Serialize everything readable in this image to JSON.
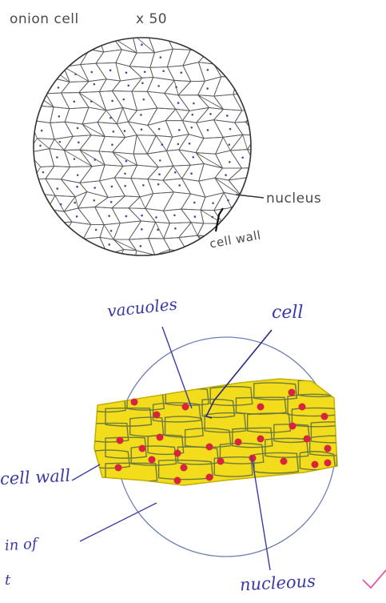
{
  "drawing1": {
    "title": "onion cell",
    "magnification": "x 50",
    "label_nucleus": "nucleus",
    "label_cell_wall": "cell wall"
  },
  "drawing2": {
    "label_vacuole": "vacuoles",
    "label_cell": "cell",
    "label_cell_wall": "cell wall",
    "label_nucleus": "nucleous",
    "label_cut_1": "in of",
    "label_cut_2": "t"
  },
  "colors": {
    "pencil": "#4a4a4a",
    "ink": "#3a3aa8",
    "cytoplasm_yellow": "#f2dc1c",
    "nucleus_red": "#d8243c",
    "cell_outline": "#6e7a3c",
    "tick_pink": "#e05aa8"
  }
}
